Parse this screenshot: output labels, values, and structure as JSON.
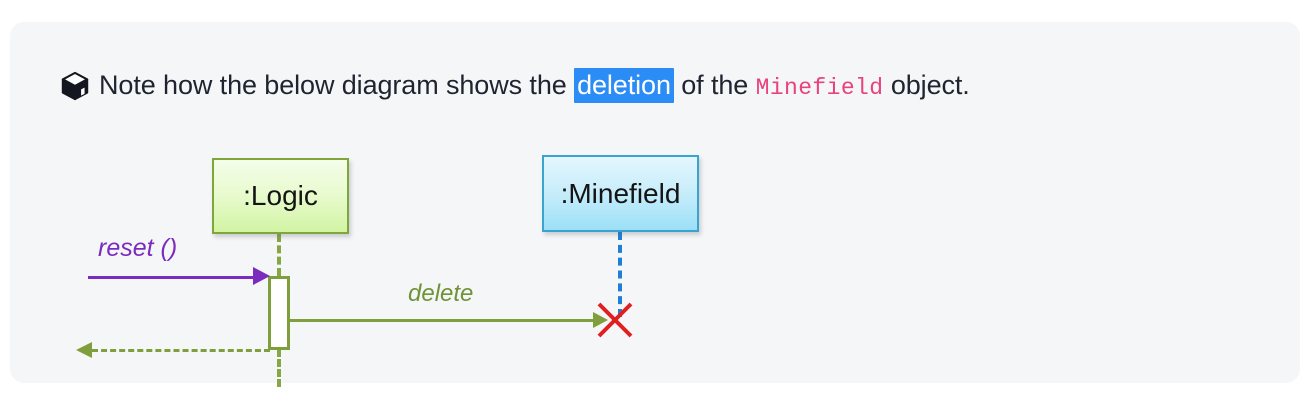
{
  "card": {
    "icon": "cube-icon",
    "background": "#f5f6f8"
  },
  "note": {
    "text_before_highlight": "Note how the below diagram shows the ",
    "highlighted_word": "deletion",
    "text_after_highlight": " of the ",
    "code_word": "Minefield",
    "text_end": " object.",
    "highlight_color": "#2b8cf5",
    "code_color": "#e8437f",
    "text_color": "#1f2430"
  },
  "diagram": {
    "type": "uml-sequence-diagram",
    "participants": [
      {
        "name": "logic",
        "label": ":Logic",
        "fill_top": "#f4fde9",
        "fill_bottom": "#d2f4a4",
        "border_color": "#80a53a",
        "lifeline_color": "#87a742",
        "destroyed": "false"
      },
      {
        "name": "minefield",
        "label": ":Minefield",
        "fill_top": "#e3f6fd",
        "fill_bottom": "#9ce0f7",
        "border_color": "#3aa3d0",
        "lifeline_color": "#1f7fd6",
        "destroyed": "true"
      }
    ],
    "messages": [
      {
        "name": "reset-message",
        "label": "reset ()",
        "from": "actor",
        "to": "logic",
        "style": "solid",
        "direction": "right",
        "color": "#7b2cbf"
      },
      {
        "name": "delete-message",
        "label": "delete",
        "from": "logic",
        "to": "minefield",
        "style": "solid",
        "direction": "right",
        "color": "#7e9f3c"
      },
      {
        "name": "return-message",
        "label": "",
        "from": "logic",
        "to": "actor",
        "style": "dashed",
        "direction": "left",
        "color": "#7e9f3c"
      }
    ],
    "destruction_marker": {
      "name": "destruction-x",
      "target": "minefield",
      "color": "#e02020"
    },
    "activation_bar": {
      "participant": "logic",
      "border_color": "#7e9f3c",
      "fill": "#ffffff"
    }
  }
}
